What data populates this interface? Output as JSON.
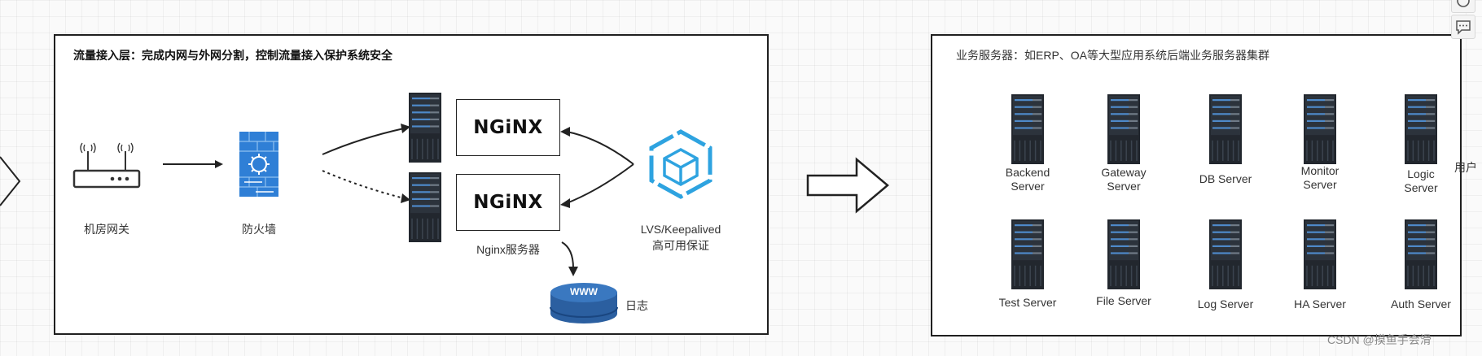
{
  "access_layer": {
    "title": "流量接入层：完成内网与外网分割，控制流量接入保护系统安全",
    "gateway_label": "机房网关",
    "firewall_label": "防火墙",
    "nginx_logo": "NGiNX",
    "nginx_servers_label": "Nginx服务器",
    "lvs_label_line1": "LVS/Keepalived",
    "lvs_label_line2": "高可用保证",
    "db_text": "WWW",
    "log_label": "日志"
  },
  "business_layer": {
    "title": "业务服务器：如ERP、OA等大型应用系统后端业务服务器集群",
    "servers": [
      {
        "line1": "Backend",
        "line2": "Server"
      },
      {
        "line1": "Gateway",
        "line2": "Server"
      },
      {
        "line1": "DB Server",
        "line2": ""
      },
      {
        "line1": "Monitor",
        "line2": "Server"
      },
      {
        "line1": "Logic",
        "line2": "Server"
      },
      {
        "line1": "Test Server",
        "line2": ""
      },
      {
        "line1": "File Server",
        "line2": ""
      },
      {
        "line1": "Log Server",
        "line2": ""
      },
      {
        "line1": "HA Server",
        "line2": ""
      },
      {
        "line1": "Auth Server",
        "line2": ""
      }
    ],
    "user_label": "用户"
  },
  "watermark": "CSDN @摸鱼手会滑",
  "colors": {
    "firewall_blue": "#2f7fd6",
    "lvs_blue": "#2ea3e0",
    "db_blue": "#2b5fa0",
    "server_dark": "#22272e",
    "server_led": "#4e89c9"
  }
}
